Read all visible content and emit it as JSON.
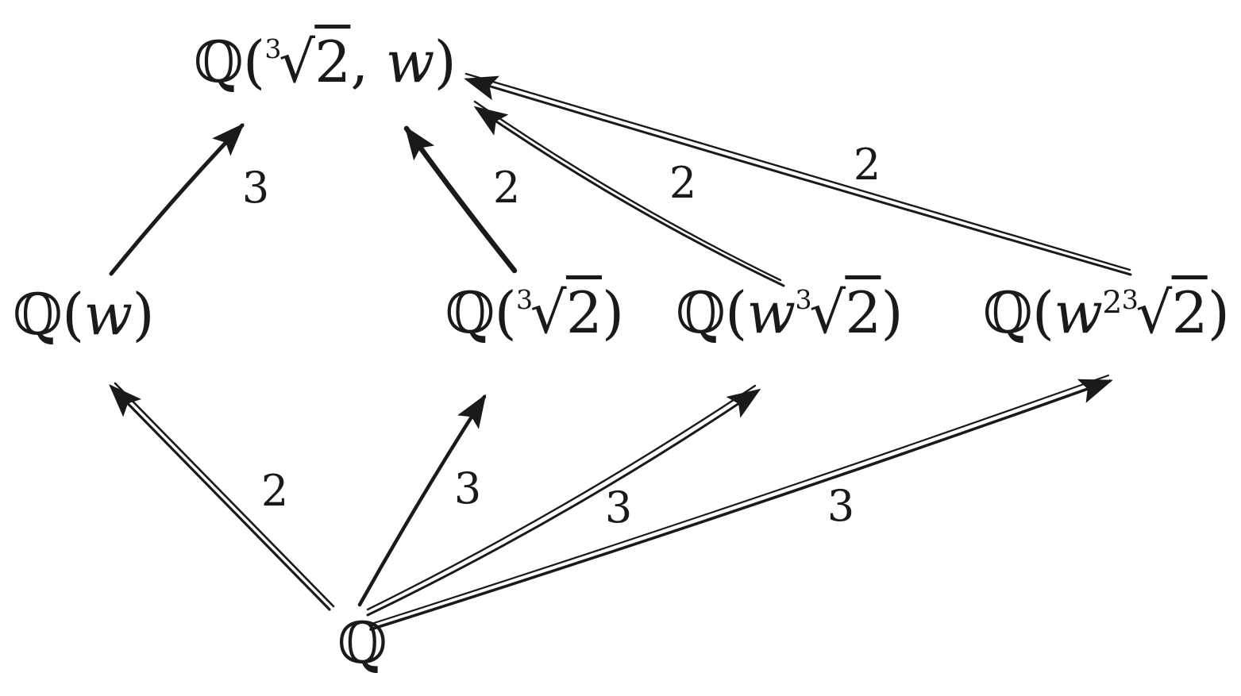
{
  "colors": {
    "ink": "#1a1a1a",
    "background": "#ffffff"
  },
  "nodes": [
    {
      "id": "Q(cbrt2,w)",
      "label": "ℚ(∛2, w)",
      "parts": [
        {
          "t": "ℚ(",
          "s": "rm"
        },
        {
          "t": "3",
          "s": "radix"
        },
        {
          "t": "√",
          "s": "rm"
        },
        {
          "t": "2",
          "s": "rad"
        },
        {
          "t": ", ",
          "s": "rm"
        },
        {
          "t": "w",
          "s": "it"
        },
        {
          "t": ")",
          "s": "rm"
        }
      ]
    },
    {
      "id": "Q(w)",
      "label": "ℚ(w)",
      "parts": [
        {
          "t": "ℚ(",
          "s": "rm"
        },
        {
          "t": "w",
          "s": "it"
        },
        {
          "t": ")",
          "s": "rm"
        }
      ]
    },
    {
      "id": "Q(cbrt2)",
      "label": "ℚ(∛2)",
      "parts": [
        {
          "t": "ℚ(",
          "s": "rm"
        },
        {
          "t": "3",
          "s": "radix"
        },
        {
          "t": "√",
          "s": "rm"
        },
        {
          "t": "2",
          "s": "rad"
        },
        {
          "t": ")",
          "s": "rm"
        }
      ]
    },
    {
      "id": "Q(w·cbrt2)",
      "label": "ℚ(w∛2)",
      "parts": [
        {
          "t": "ℚ(",
          "s": "rm"
        },
        {
          "t": "w",
          "s": "it"
        },
        {
          "t": "3",
          "s": "radix"
        },
        {
          "t": "√",
          "s": "rm"
        },
        {
          "t": "2",
          "s": "rad"
        },
        {
          "t": ")",
          "s": "rm"
        }
      ]
    },
    {
      "id": "Q(w²·cbrt2)",
      "label": "ℚ(w²∛2)",
      "parts": [
        {
          "t": "ℚ(",
          "s": "rm"
        },
        {
          "t": "w",
          "s": "it"
        },
        {
          "t": "2",
          "s": "sup"
        },
        {
          "t": "3",
          "s": "radix"
        },
        {
          "t": "√",
          "s": "rm"
        },
        {
          "t": "2",
          "s": "rad"
        },
        {
          "t": ")",
          "s": "rm"
        }
      ]
    },
    {
      "id": "Q",
      "label": "ℚ",
      "parts": [
        {
          "t": "ℚ",
          "s": "rm"
        }
      ]
    }
  ],
  "edges": [
    {
      "from": "ℚ(w)",
      "to": "ℚ(∛2, w)",
      "degree": "3"
    },
    {
      "from": "ℚ(∛2)",
      "to": "ℚ(∛2, w)",
      "degree": "2"
    },
    {
      "from": "ℚ(w∛2)",
      "to": "ℚ(∛2, w)",
      "degree": "2"
    },
    {
      "from": "ℚ(w²∛2)",
      "to": "ℚ(∛2, w)",
      "degree": "2"
    },
    {
      "from": "ℚ",
      "to": "ℚ(w)",
      "degree": "2"
    },
    {
      "from": "ℚ",
      "to": "ℚ(∛2)",
      "degree": "3"
    },
    {
      "from": "ℚ",
      "to": "ℚ(w∛2)",
      "degree": "3"
    },
    {
      "from": "ℚ",
      "to": "ℚ(w²∛2)",
      "degree": "3"
    }
  ]
}
